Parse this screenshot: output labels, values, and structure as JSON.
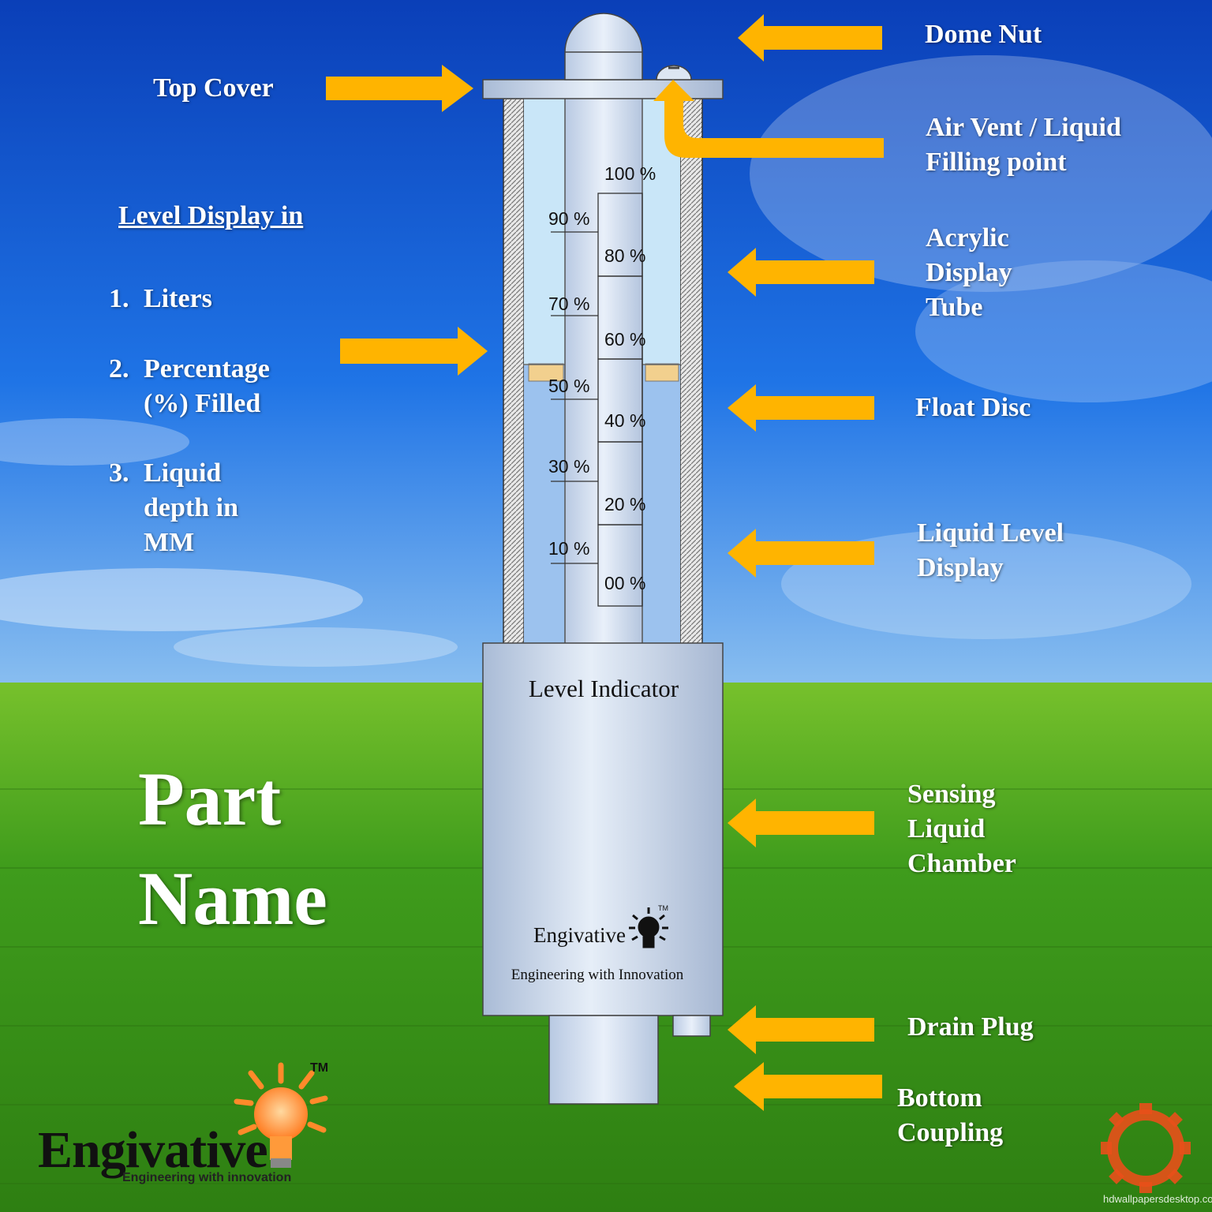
{
  "callouts": {
    "dome_nut": "Dome Nut",
    "top_cover": "Top Cover",
    "air_vent": [
      "Air Vent / Liquid",
      "Filling point"
    ],
    "acrylic_tube": [
      "Acrylic",
      "Display",
      "Tube"
    ],
    "float_disc": "Float Disc",
    "liquid_level_display": [
      "Liquid Level",
      "Display"
    ],
    "sensing_chamber": [
      "Sensing",
      "Liquid",
      "Chamber"
    ],
    "drain_plug": "Drain Plug",
    "bottom_coupling": [
      "Bottom",
      "Coupling"
    ]
  },
  "level_display": {
    "heading": "Level Display in",
    "items": [
      {
        "num": "1.",
        "lines": [
          "Liters"
        ]
      },
      {
        "num": "2.",
        "lines": [
          "Percentage",
          "(%) Filled"
        ]
      },
      {
        "num": "3.",
        "lines": [
          "Liquid",
          "depth in",
          "MM"
        ]
      }
    ]
  },
  "part_name": [
    "Part",
    "Name"
  ],
  "scale": {
    "right_ticks": [
      "100 %",
      "80 %",
      "60 %",
      "40 %",
      "20 %",
      "00 %"
    ],
    "left_ticks": [
      "90 %",
      "70 %",
      "50 %",
      "30 %",
      "10 %"
    ]
  },
  "device": {
    "title": "Level Indicator",
    "brand": "Engivative",
    "tm": "TM",
    "tagline": "Engineering with Innovation"
  },
  "logo": {
    "word": "Engivative",
    "tagline": "Engineering with innovation",
    "tm": "TM"
  },
  "watermark": "hdwallpapersdesktop.com",
  "colors": {
    "arrow": "#FFB400",
    "sky_top": "#0B4FC8",
    "grass": "#3E9A1E",
    "metal": "#C8D8EE",
    "liquid": "#9CC2EE",
    "float": "#F2D08E",
    "logo_orange": "#FF8A2A"
  }
}
